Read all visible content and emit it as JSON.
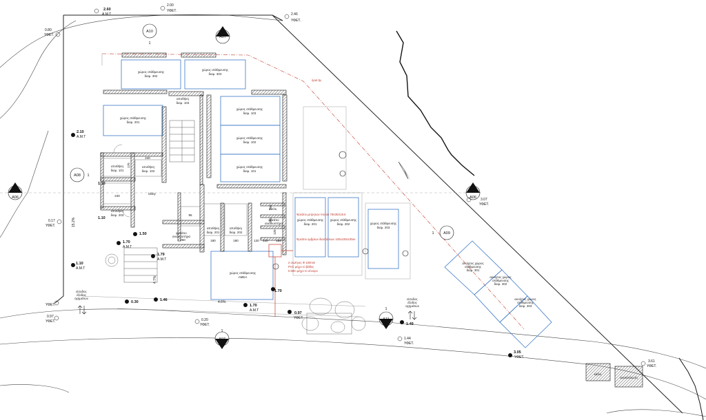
{
  "levels": {
    "top_260": "2.60",
    "top_amt": "Α.Μ.Τ",
    "top_200": "2.00",
    "top_200_y": "ΥΦΕΤ.",
    "top_246": "2.46",
    "top_246_y": "ΥΦΕΤ.",
    "left_080": "0.80",
    "left_080_y": "ΥΦΕΤ.",
    "left_210": "2.10",
    "left_210_amt": "Α.Μ.Τ",
    "left_017": "0.17",
    "left_017_y": "ΥΦΕΤ.",
    "left_110": "1.10",
    "left_110_amt": "Α.Μ.Τ",
    "bl_y": "ΥΦΕΤ.",
    "bl_097": "0.97",
    "bl_097_y": "ΥΦΕΤ.",
    "mid_170": "1.70",
    "mid_170_amt": "Α.Μ.Τ",
    "mid_150": "1.50",
    "mid_179": "1.79",
    "mid_179_amt": "Α.Μ.Τ",
    "mid_030": "0.30",
    "mid_146": "1.46",
    "bot_020": "0.20",
    "bot_020_y": "ΥΦΕΤ.",
    "bot_170": "1.70",
    "bot_170_amt": "Α.Μ.Τ",
    "bot_170b": "1.70",
    "bot_097": "0.97",
    "bot_097_y": "ΥΦΕΤ.",
    "bot_149": "1.49",
    "bot_144": "1.44",
    "bot_144_y": "ΥΦΕΤ.",
    "r_307": "3.07",
    "r_307_y": "ΥΦΕΤ.",
    "r_305": "3.05",
    "r_305_y": "ΥΦΕΤ.",
    "r_361": "3.61",
    "r_361_y": "ΥΦΕΤ.",
    "slope_152": "15.2%",
    "slope_47": "4.7%",
    "slope_46": "4.6%",
    "l_110": "1.10",
    "l_110b": "1.10"
  },
  "sections": {
    "a10": "A10",
    "a10_n": "1",
    "a07_top": "A07",
    "a07_top_n": "1",
    "a08": "A08",
    "a08_n": "1",
    "a06_left": "A06",
    "a06_left_n": "1",
    "a06_right": "A06",
    "a06_right_n": "1",
    "a09": "A09",
    "a09_n": "1",
    "a11": "A11",
    "a11_n": "1",
    "a07_bot": "A07",
    "a07_bot_n": "1"
  },
  "rooms": {
    "park302": [
      "χώρος στάθμευσης",
      "διαμ. 302"
    ],
    "park303": [
      "χώρος στάθμευσης",
      "διαμ. 303"
    ],
    "park201": [
      "χώρος στάθμευσης",
      "διαμ. 201"
    ],
    "store103": [
      "αποθήκη",
      "διαμ. 103"
    ],
    "park103": [
      "χώρος στάθμευσης",
      "διαμ. 103"
    ],
    "park102": [
      "χώρος στάθμευσης",
      "διαμ. 102"
    ],
    "park101": [
      "χώρος στάθμευσης",
      "διαμ. 101"
    ],
    "store101": [
      "αποθήκη",
      "διαμ. 101"
    ],
    "store102": [
      "αποθήκη",
      "διαμ. 102"
    ],
    "store203": [
      "αποθήκη",
      "διαμ. 203"
    ],
    "lobby": "lobby",
    "store201": [
      "αποθήκη",
      "διαμ. 201"
    ],
    "store202": [
      "αποθήκη",
      "διαμ. 202"
    ],
    "lift": "ανελκ.",
    "shaft": [
      "φρεάτιο",
      "ανελκυστήρα"
    ],
    "shaft2": [
      "φρεάτιο",
      "ανελκυστήρα"
    ],
    "park201b": [
      "χώρος στάθμευσης",
      "διαμ. 201"
    ],
    "park202b": [
      "χώρος στάθμευσης",
      "διαμ. 202"
    ],
    "park203b": [
      "χώρος στάθμευσης",
      "διαμ. 203"
    ],
    "park_amea": [
      "χώρος στάθμευσης",
      "ΑΜΕΑ"
    ],
    "open301": [
      "ανοίχτος χώρος",
      "στάθμευσης",
      "διαμ. 301"
    ],
    "open302": [
      "ανοίχτος χώρος",
      "στάθμευσης",
      "διαμ. 302"
    ],
    "open303": [
      "ανοίχτος χώρος",
      "στάθμευσης",
      "διαμ. 303"
    ],
    "entrance": [
      "είσοδος",
      "έξοδος",
      "οχημάτων"
    ],
    "entrance2": [
      "είσοδος",
      "έξοδος",
      "οχημάτων"
    ],
    "bins": "κάδοι",
    "bins2": "ανακύκλωση"
  },
  "dims": {
    "d240": "240",
    "d170": "170",
    "d240b": "240",
    "d95": "95",
    "d260": "260",
    "d180": "180",
    "d180b": "180",
    "d120": "120",
    "d210": "210",
    "d180c": "180",
    "d180d": "180",
    "d165": "165",
    "d120b": "120"
  },
  "notes": {
    "oria": "όρια 3μ",
    "fretio": "Φρεάτιο μετρητών ποσού 75Χ35Χ18.5",
    "fretio2": "Φρεάτιο ομβρίων διαστάσεων 100x100x100εκ",
    "swl1": "2 σωλήνες Φ 100mm",
    "swl2": "PVC μέχρι το βάθος",
    "swl3": "0.50m μέχρι το σύνορο"
  }
}
